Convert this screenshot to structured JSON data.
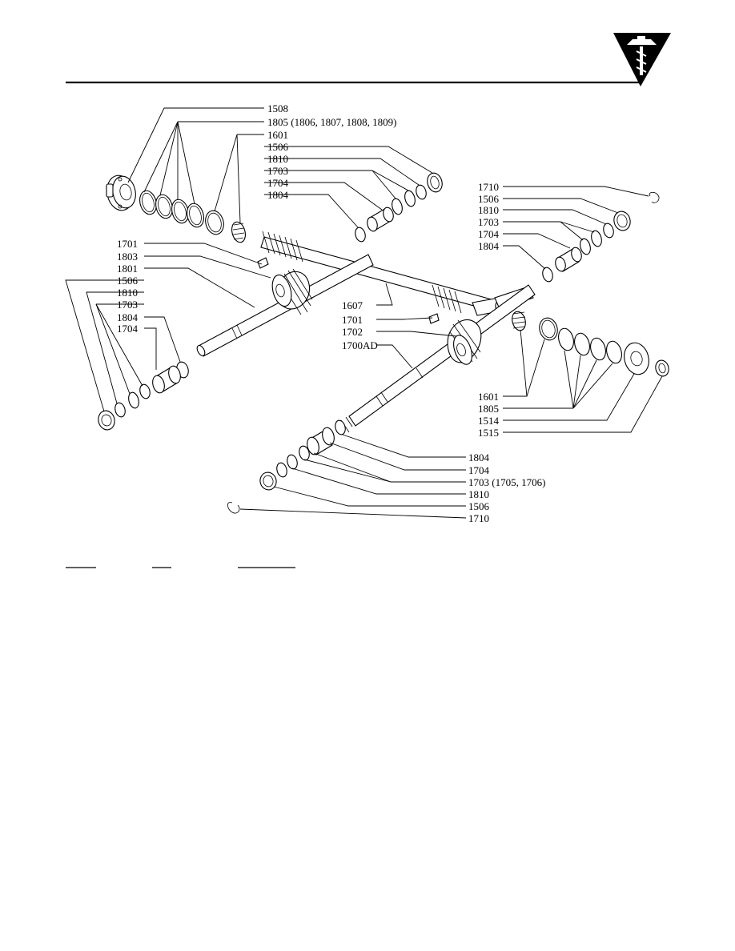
{
  "header": {
    "logo": "drill-press-logo-icon"
  },
  "callouts": {
    "c1508": "1508",
    "c1805a": "1805 (1806, 1807, 1808, 1809)",
    "c1601a": "1601",
    "c1506a": "1506",
    "c1810a": "1810",
    "c1703a": "1703",
    "c1704a": "1704",
    "c1804a": "1804",
    "c1710a": "1710",
    "c1506b": "1506",
    "c1810b": "1810",
    "c1703b": "1703",
    "c1704b": "1704",
    "c1804b": "1804",
    "c1701a": "1701",
    "c1803": "1803",
    "c1801": "1801",
    "c1506c": "1506",
    "c1810c": "1810",
    "c1703c": "1703",
    "c1804c": "1804",
    "c1704c": "1704",
    "c1607": "1607",
    "c1701b": "1701",
    "c1702": "1702",
    "c1700ad": "1700AD",
    "c1601b": "1601",
    "c1805b": "1805",
    "c1514": "1514",
    "c1515": "1515",
    "c1804d": "1804",
    "c1704d": "1704",
    "c1703d": "1703 (1705, 1706)",
    "c1810d": "1810",
    "c1506d": "1506",
    "c1710b": "1710"
  }
}
